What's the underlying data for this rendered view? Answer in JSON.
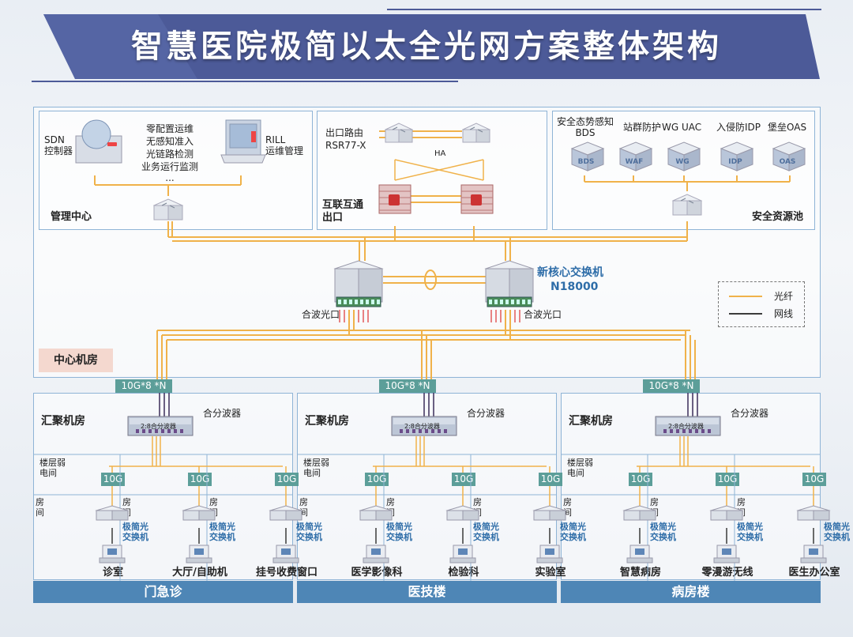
{
  "title": "智慧医院极简以太全光网方案整体架构",
  "colors": {
    "fiber": "#f0b24a",
    "cable": "#3b3b3b",
    "banner": "#4c5a98",
    "accent": "#2e6da8",
    "tag": "#5c9e99",
    "bar": "#4e86b6"
  },
  "mgmt": {
    "label": "管理中心",
    "sdn": "SDN\n控制器",
    "rill": "RILL\n运维管理",
    "features": [
      "零配置运维",
      "无感知准入",
      "光链路检测",
      "业务运行监测",
      "..."
    ]
  },
  "exit": {
    "router": "出口路由\nRSR77-X",
    "ha": "HA",
    "label": "互联互通\n出口"
  },
  "security": {
    "label": "安全资源池",
    "items": [
      "安全态势感知\nBDS",
      "站群防护",
      "WG UAC",
      "入侵防IDP",
      "堡垒OAS"
    ]
  },
  "core": {
    "name": "新核心交换机",
    "model": "N18000",
    "port_left": "合波光口",
    "port_right": "合波光口"
  },
  "legend": {
    "fiber": "光纤",
    "cable": "网线"
  },
  "center_room": "中心机房",
  "buildings": [
    {
      "uplink": "10G*8 *N",
      "agg_room": "汇聚机房",
      "splitter": "2:8合分波器",
      "splitter_label": "合分波器",
      "floor_label": "楼层弱\n电间",
      "room_label": "房\n间",
      "rooms": [
        {
          "link": "10G",
          "switch": "极简光\n交换机",
          "name": "诊室"
        },
        {
          "link": "10G",
          "switch": "极简光\n交换机",
          "name": "大厅/自助机"
        },
        {
          "link": "10G",
          "switch": "极简光\n交换机",
          "name": "挂号收费窗口"
        }
      ],
      "name": "门急诊"
    },
    {
      "uplink": "10G*8 *N",
      "agg_room": "汇聚机房",
      "splitter": "2:8合分波器",
      "splitter_label": "合分波器",
      "floor_label": "楼层弱\n电间",
      "room_label": "房\n间",
      "rooms": [
        {
          "link": "10G",
          "switch": "极简光\n交换机",
          "name": "医学影像科"
        },
        {
          "link": "10G",
          "switch": "极简光\n交换机",
          "name": "检验科"
        },
        {
          "link": "10G",
          "switch": "极简光\n交换机",
          "name": "实验室"
        }
      ],
      "name": "医技楼"
    },
    {
      "uplink": "10G*8 *N",
      "agg_room": "汇聚机房",
      "splitter": "2:8合分波器",
      "splitter_label": "合分波器",
      "floor_label": "楼层弱\n电间",
      "room_label": "房\n间",
      "rooms": [
        {
          "link": "10G",
          "switch": "极简光\n交换机",
          "name": "智慧病房"
        },
        {
          "link": "10G",
          "switch": "极简光\n交换机",
          "name": "零漫游无线"
        },
        {
          "link": "10G",
          "switch": "极简光\n交换机",
          "name": "医生办公室"
        }
      ],
      "name": "病房楼"
    }
  ]
}
